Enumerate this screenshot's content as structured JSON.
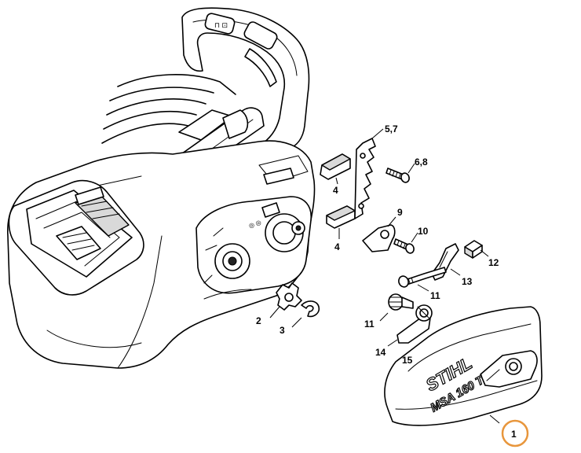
{
  "brand": {
    "logo": "STIHL",
    "model": "MSA 160 T"
  },
  "highlight_color": "#e8963c",
  "callouts": [
    {
      "id": "c-5-7",
      "label": "5,7"
    },
    {
      "id": "c-6-8",
      "label": "6,8"
    },
    {
      "id": "c-4-a",
      "label": "4"
    },
    {
      "id": "c-4-b",
      "label": "4"
    },
    {
      "id": "c-9",
      "label": "9"
    },
    {
      "id": "c-10",
      "label": "10"
    },
    {
      "id": "c-12",
      "label": "12"
    },
    {
      "id": "c-13",
      "label": "13"
    },
    {
      "id": "c-11-a",
      "label": "11"
    },
    {
      "id": "c-11-b",
      "label": "11"
    },
    {
      "id": "c-14",
      "label": "14"
    },
    {
      "id": "c-15",
      "label": "15"
    },
    {
      "id": "c-2",
      "label": "2"
    },
    {
      "id": "c-3",
      "label": "3"
    },
    {
      "id": "c-1",
      "label": "1"
    }
  ]
}
